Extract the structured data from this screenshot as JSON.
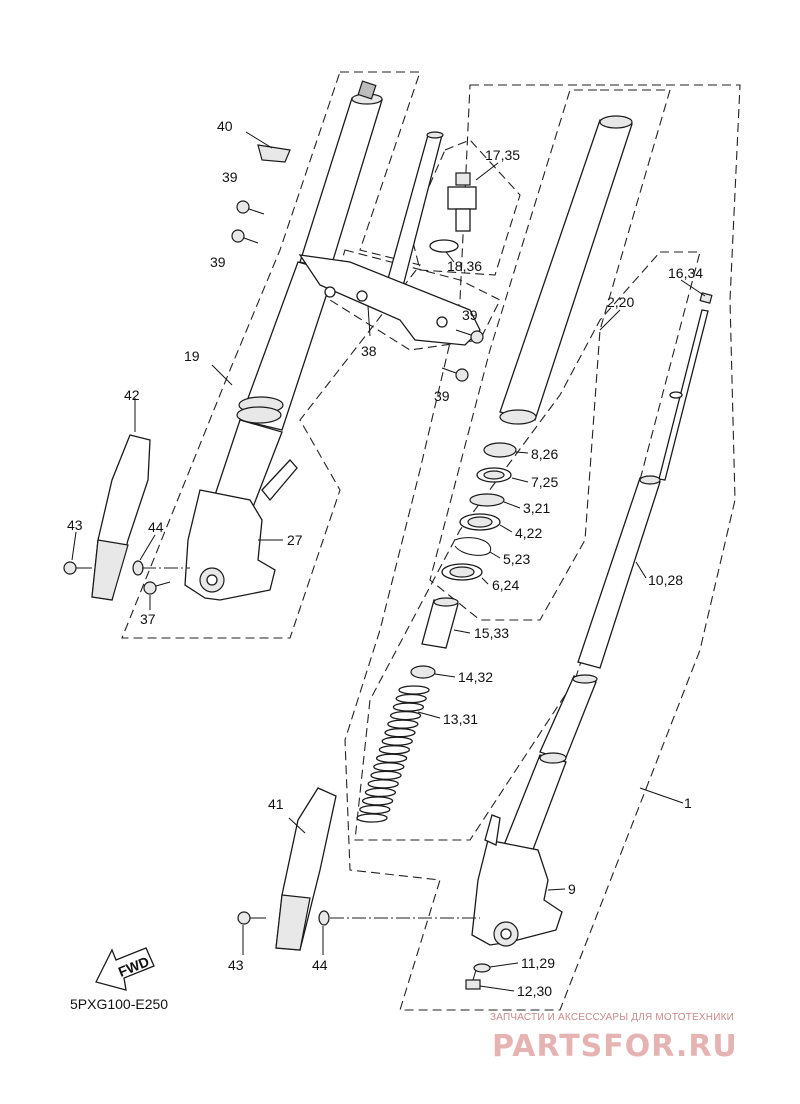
{
  "diagram": {
    "code": "5PXG100-E250",
    "fwd_label": "FWD",
    "labels": {
      "p1": "1",
      "p2_20": "2,20",
      "p3_21": "3,21",
      "p4_22": "4,22",
      "p5_23": "5,23",
      "p6_24": "6,24",
      "p7_25": "7,25",
      "p8_26": "8,26",
      "p9": "9",
      "p10_28": "10,28",
      "p11_29": "11,29",
      "p12_30": "12,30",
      "p13_31": "13,31",
      "p14_32": "14,32",
      "p15_33": "15,33",
      "p16_34": "16,34",
      "p17_35": "17,35",
      "p18_36": "18,36",
      "p19": "19",
      "p27": "27",
      "p37": "37",
      "p38": "38",
      "p39a": "39",
      "p39b": "39",
      "p39c": "39",
      "p39d": "39",
      "p40": "40",
      "p41": "41",
      "p42": "42",
      "p43a": "43",
      "p43b": "43",
      "p44a": "44",
      "p44b": "44"
    }
  },
  "watermark": {
    "tagline": "ЗАПЧАСТИ И АКСЕССУАРЫ ДЛЯ МОТОТЕХНИКИ",
    "brand": "PARTSFOR.RU",
    "color": "#d9534f"
  }
}
